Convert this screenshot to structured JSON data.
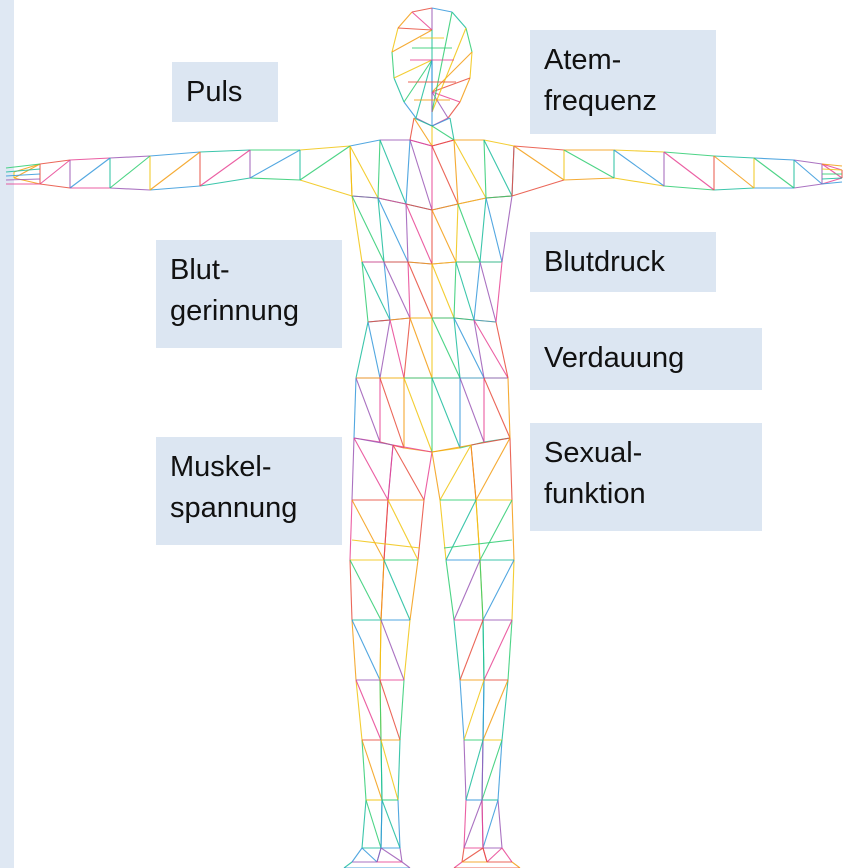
{
  "labels": {
    "puls": {
      "lines": [
        "Puls"
      ]
    },
    "atemfrequenz": {
      "lines": [
        "Atem-",
        "frequenz"
      ]
    },
    "blutgerinnung": {
      "lines": [
        "Blut-",
        "gerinnung"
      ]
    },
    "blutdruck": {
      "lines": [
        "Blutdruck"
      ]
    },
    "verdauung": {
      "lines": [
        "Verdauung"
      ]
    },
    "muskelspannung": {
      "lines": [
        "Muskel-",
        "spannung"
      ]
    },
    "sexualfunktion": {
      "lines": [
        "Sexual-",
        "funktion"
      ]
    }
  },
  "colors": {
    "label_bg": "#dce6f2",
    "left_strip": "#dfe8f3",
    "wireframe": [
      "#e74c3c",
      "#f39c12",
      "#f1c40f",
      "#2ecc71",
      "#1abc9c",
      "#3498db",
      "#9b59b6",
      "#e84393"
    ]
  },
  "figure": {
    "icon": "wireframe-human-figure-icon"
  }
}
